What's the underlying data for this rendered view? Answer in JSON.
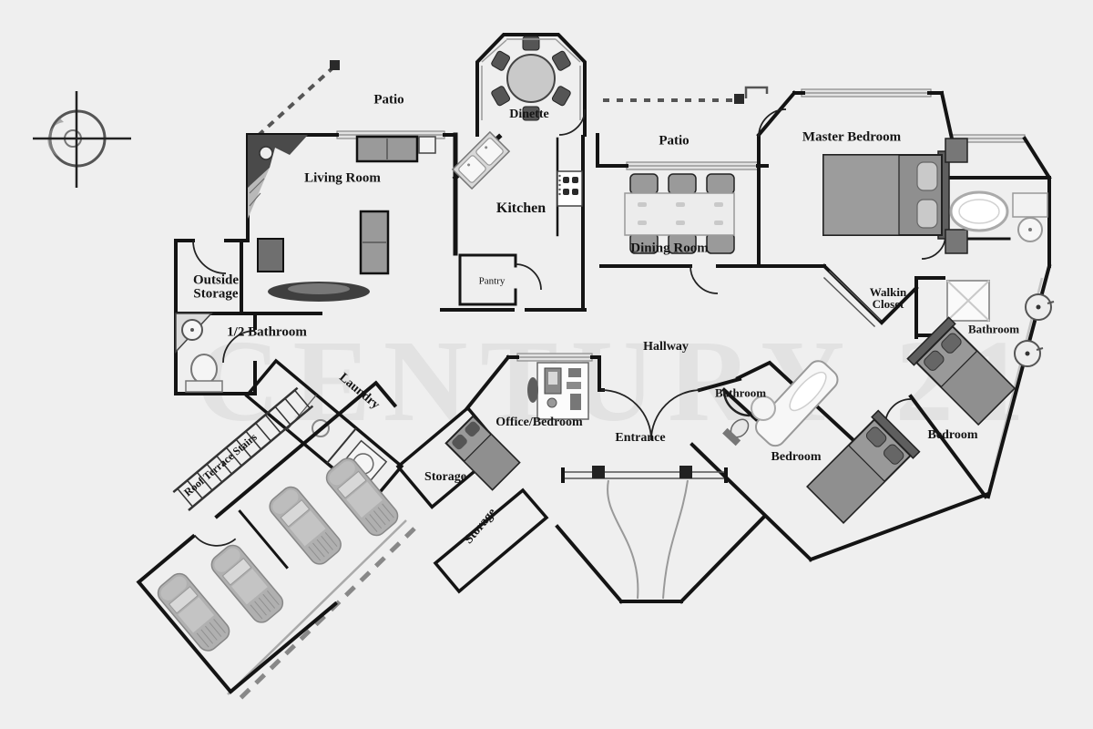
{
  "watermark": "CENTURY 21",
  "labels": {
    "patio_left": "Patio",
    "dinette": "Dinette",
    "patio_right": "Patio",
    "master_bedroom": "Master Bedroom",
    "living_room": "Living Room",
    "kitchen": "Kitchen",
    "dining_room": "Dining Room",
    "outside_storage": "Outside Storage",
    "pantry": "Pantry",
    "walkin_closet": "Walkin Closet",
    "bathroom_master": "Bathroom",
    "half_bathroom": "1/2 Bathroom",
    "hallway": "Hallway",
    "laundry": "Laundry",
    "office_bedroom": "Office/Bedroom",
    "entrance": "Entrance",
    "bathroom_hall": "Bathroom",
    "bedroom_middle": "Bedroom",
    "bedroom_right": "Bedroom",
    "roof_terrace_stairs": "Roof Terrace Stairs",
    "storage_upper": "Storage",
    "storage_lower": "Storage"
  },
  "furniture": {
    "cars_in_carport": 4,
    "dinette_seats": 6,
    "dining_seats": 6,
    "beds": 4
  },
  "icons": {
    "compass": "compass-rose"
  },
  "colors": {
    "background": "#efefef",
    "walls": "#141414",
    "furniture_gray": "#9a9a9a",
    "dark_gray": "#555555",
    "window_fill": "#e0e0e0",
    "watermark": "#d9d9d9"
  }
}
